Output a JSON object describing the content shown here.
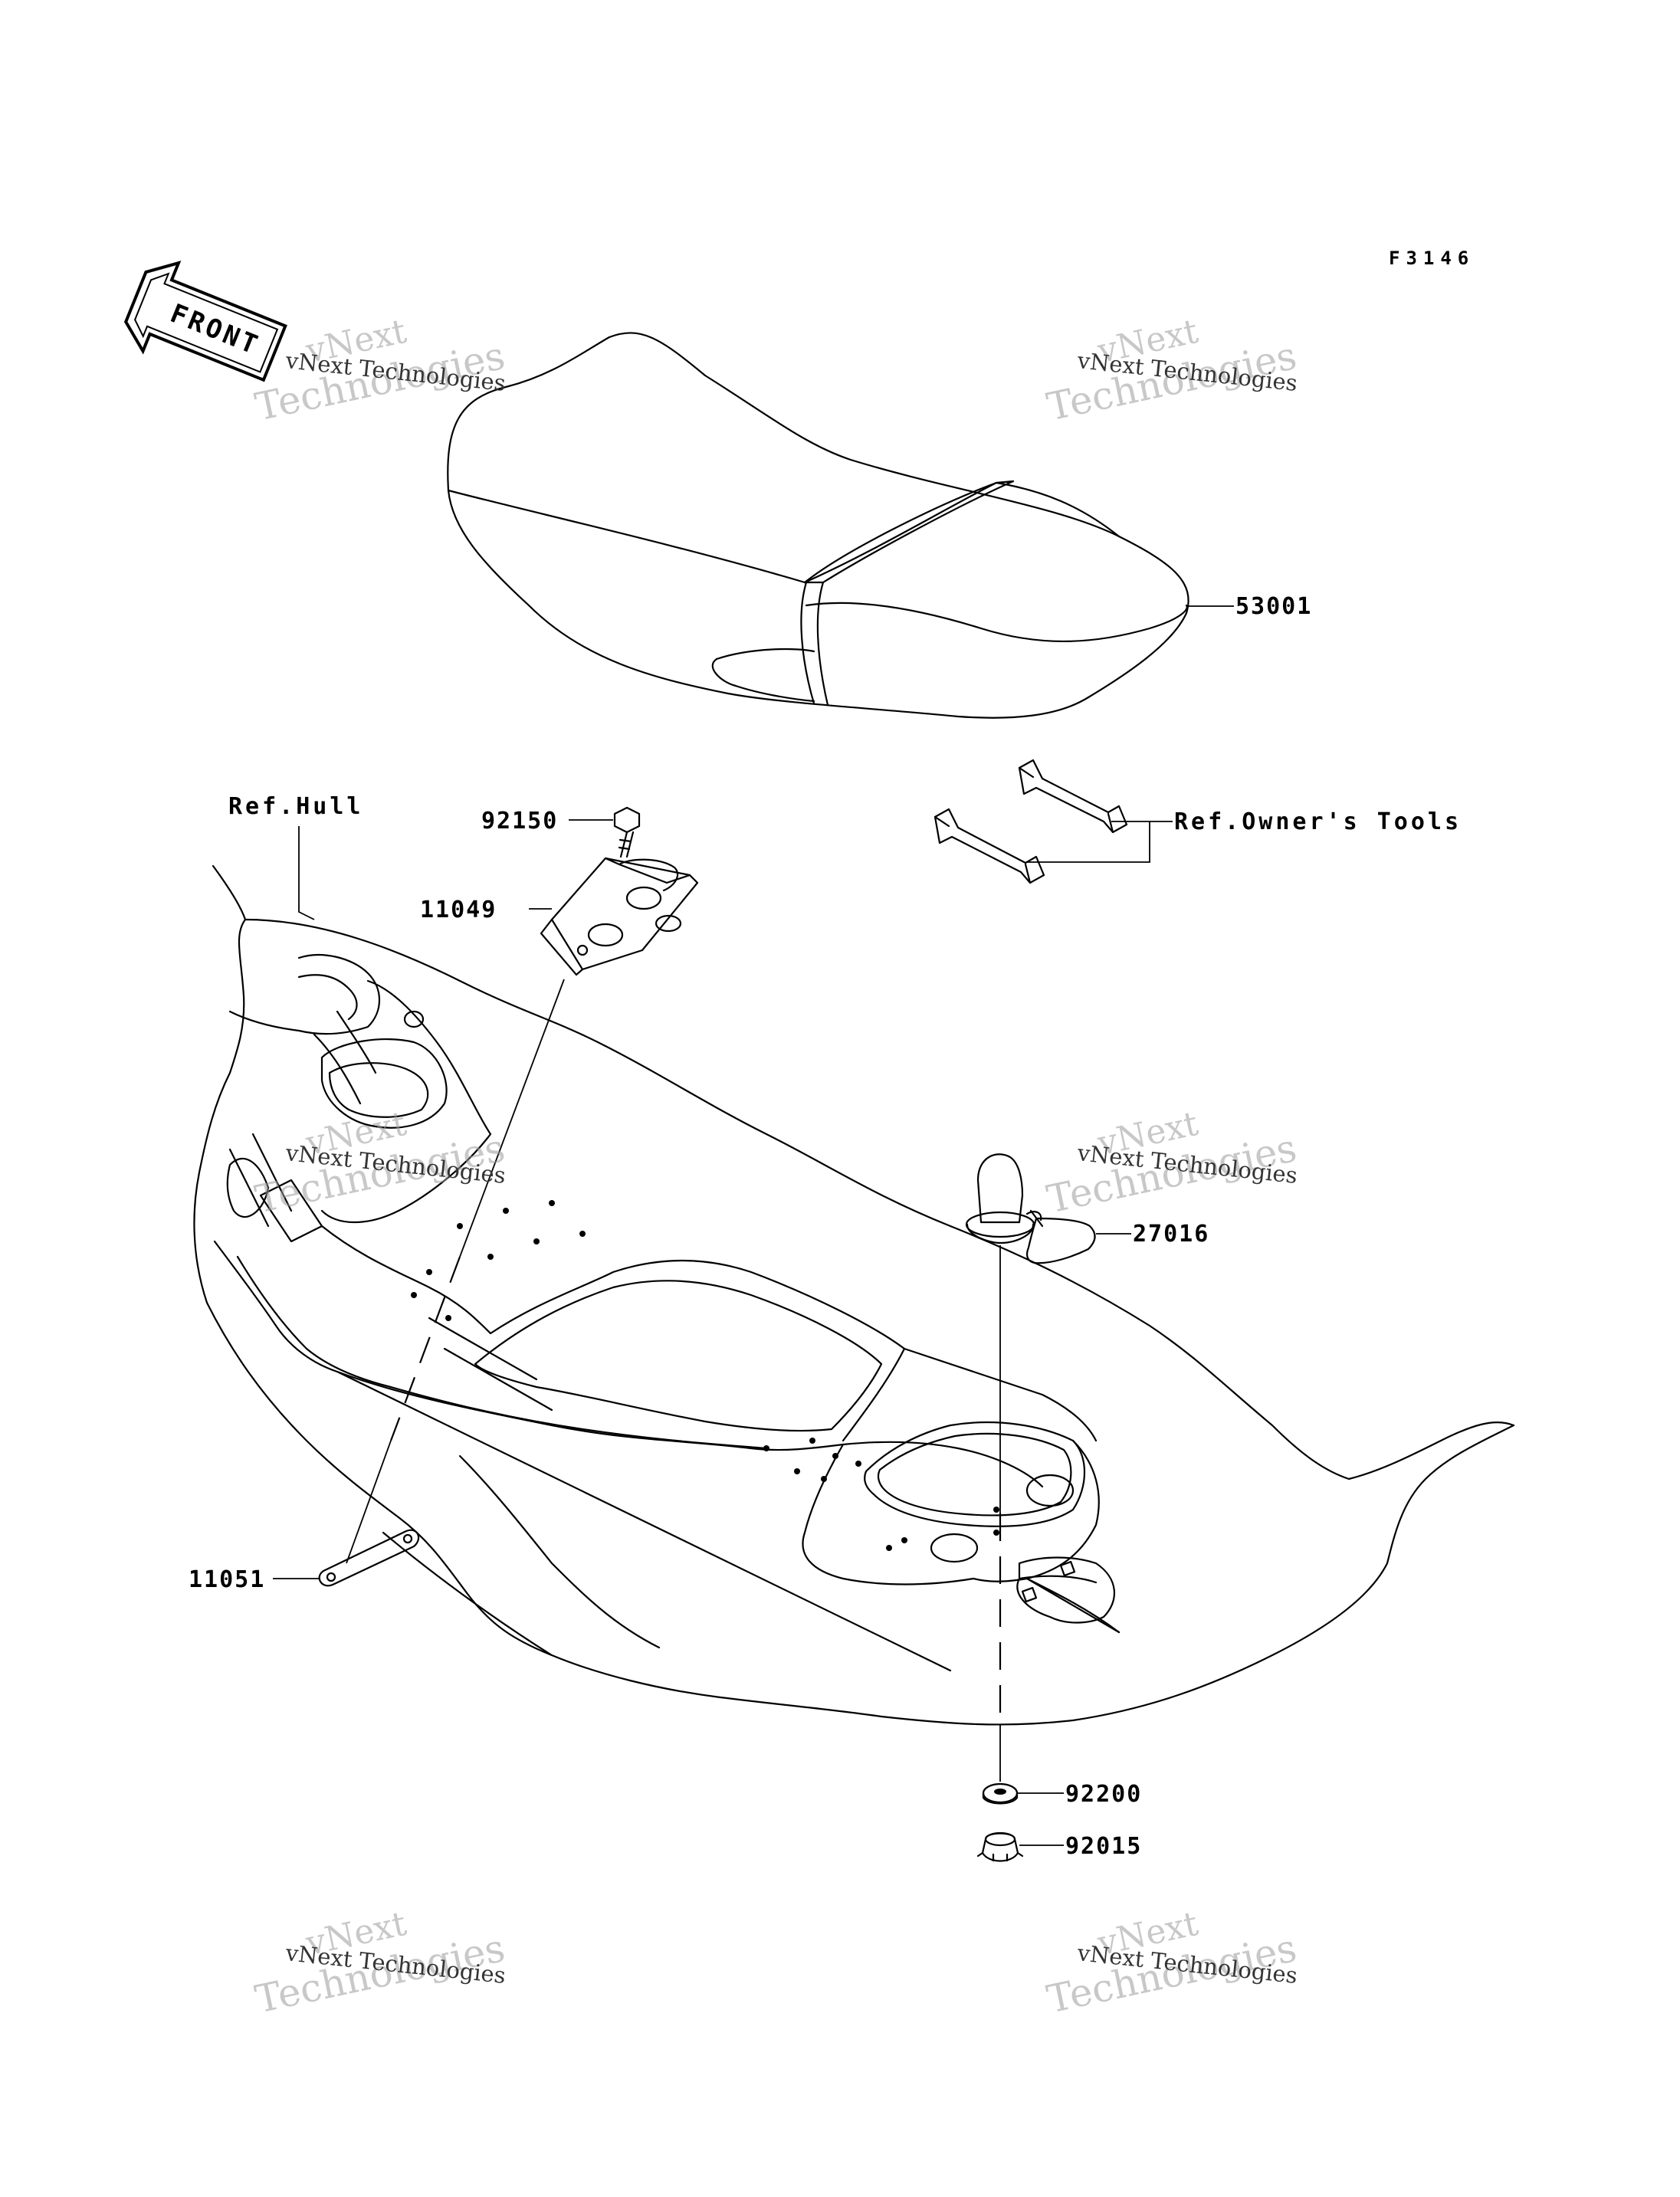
{
  "figure_code": "F3146",
  "front_arrow_text": "FRONT",
  "watermark": {
    "big_lines": [
      "vNext",
      "Technologies"
    ],
    "small_line": "vNext Technologies"
  },
  "labels": {
    "seat": "53001",
    "owners_tools": "Ref.Owner's Tools",
    "hull": "Ref.Hull",
    "bolt": "92150",
    "bracket": "11049",
    "plate": "11051",
    "cap": "27016",
    "washer": "92200",
    "nut": "92015"
  }
}
